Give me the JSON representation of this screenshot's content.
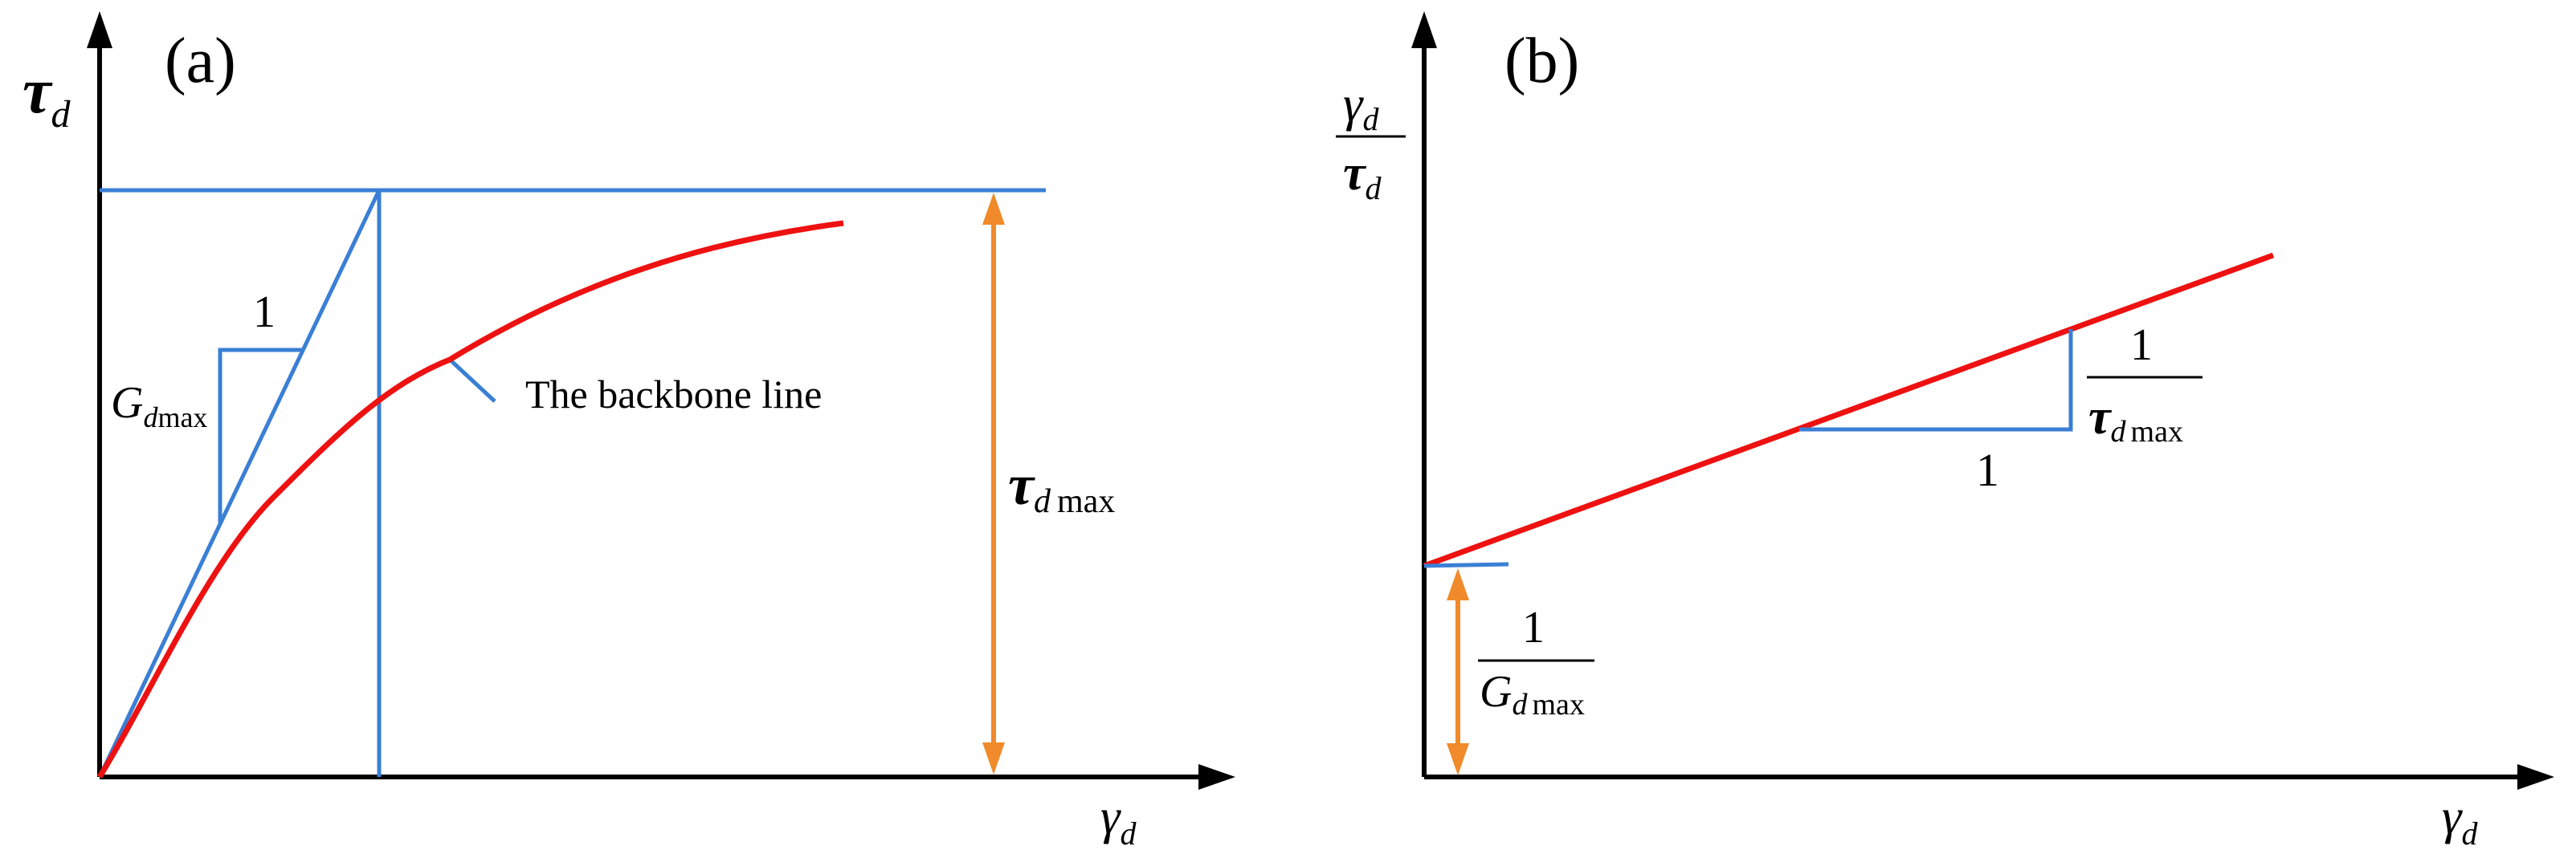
{
  "panel_a": {
    "label": "(a)",
    "y_axis_symbol": "τ",
    "y_axis_subscript": "d",
    "x_axis_symbol": "γ",
    "x_axis_subscript": "d",
    "slope_numerator": "1",
    "slope_label_symbol": "G",
    "slope_label_subscript_d": "d",
    "slope_label_subscript_max": "max",
    "curve_label": "The backbone line",
    "asymptote_symbol": "τ",
    "asymptote_subscript_d": "d",
    "asymptote_subscript_max": "max"
  },
  "panel_b": {
    "label": "(b)",
    "y_axis_numerator_symbol": "γ",
    "y_axis_numerator_subscript": "d",
    "y_axis_denominator_symbol": "τ",
    "y_axis_denominator_subscript": "d",
    "x_axis_symbol": "γ",
    "x_axis_subscript": "d",
    "slope_run": "1",
    "slope_rise_numerator": "1",
    "slope_rise_denominator_symbol": "τ",
    "slope_rise_denominator_subscript_d": "d",
    "slope_rise_denominator_subscript_max": "max",
    "intercept_numerator": "1",
    "intercept_denominator_symbol": "G",
    "intercept_denominator_subscript_d": "d",
    "intercept_denominator_subscript_max": "max"
  },
  "colors": {
    "axis": "#000000",
    "construction": "#3a7fd5",
    "curve": "#ee1111",
    "arrow": "#f08a2a"
  }
}
